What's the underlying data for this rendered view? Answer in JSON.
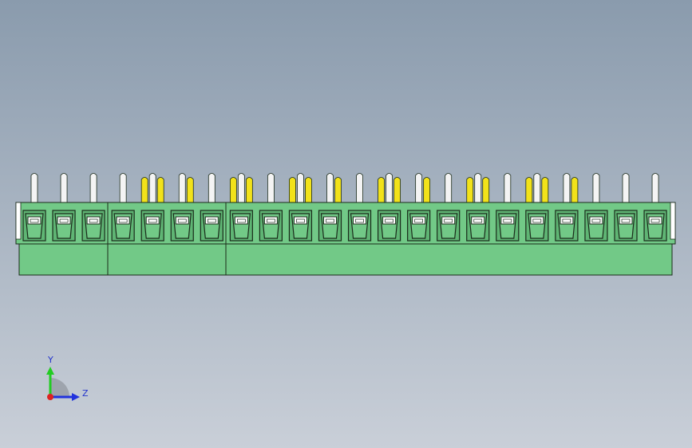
{
  "colors": {
    "bg_top": "#8a9bad",
    "bg_bottom": "#c9cfd8",
    "body_green": "#72c987",
    "body_green_dark": "#5fb574",
    "outline": "#1a2a1a",
    "pin_white": "#f4f4f4",
    "pin_yellow": "#f2e21a",
    "axis_y": "#22cc22",
    "axis_z": "#2233dd",
    "axis_origin": "#dd2222"
  },
  "axis_triad": {
    "y_label": "Y",
    "z_label": "Z"
  },
  "connector": {
    "terminal_count": 22,
    "module_sizes": [
      3,
      4,
      15
    ],
    "pin_rows": [
      [
        "w"
      ],
      [
        "w"
      ],
      [
        "w"
      ],
      [
        "w"
      ],
      [
        "y",
        "w",
        "y"
      ],
      [
        "w",
        "y"
      ],
      [
        "w"
      ],
      [
        "y",
        "w",
        "y"
      ],
      [
        "w"
      ],
      [
        "y",
        "w",
        "y"
      ],
      [
        "w",
        "y"
      ],
      [
        "w"
      ],
      [
        "y",
        "w",
        "y"
      ],
      [
        "w",
        "y"
      ],
      [
        "w"
      ],
      [
        "y",
        "w",
        "y"
      ],
      [
        "w"
      ],
      [
        "y",
        "w",
        "y"
      ],
      [
        "w",
        "y"
      ],
      [
        "w"
      ],
      [
        "w"
      ],
      [
        "w"
      ]
    ]
  }
}
